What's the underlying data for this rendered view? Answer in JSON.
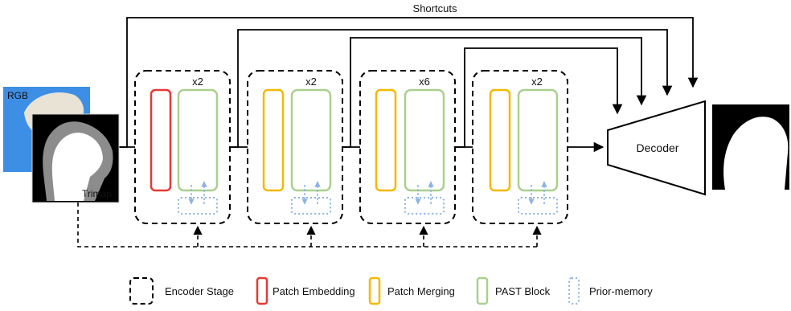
{
  "title": "Shortcuts",
  "images": {
    "rgb_label": "RGB",
    "trimap_label": "Trimap"
  },
  "stages": [
    {
      "repeat": "x2",
      "first_block": "patch-embedding"
    },
    {
      "repeat": "x2",
      "first_block": "patch-merging"
    },
    {
      "repeat": "x6",
      "first_block": "patch-merging"
    },
    {
      "repeat": "x2",
      "first_block": "patch-merging"
    }
  ],
  "decoder_label": "Decoder",
  "legend": [
    {
      "label": "Encoder Stage"
    },
    {
      "label": "Patch Embedding"
    },
    {
      "label": "Patch Merging"
    },
    {
      "label": "PAST Block"
    },
    {
      "label": "Prior-memory"
    }
  ],
  "colors": {
    "sky": "#3d8fe6",
    "patch_embedding": "#e53935",
    "patch_merging": "#f5b800",
    "past_block": "#a9d08e",
    "prior_memory": "#8eb4e3",
    "line": "#000000",
    "trimap_unknown": "#8c8c8c"
  }
}
